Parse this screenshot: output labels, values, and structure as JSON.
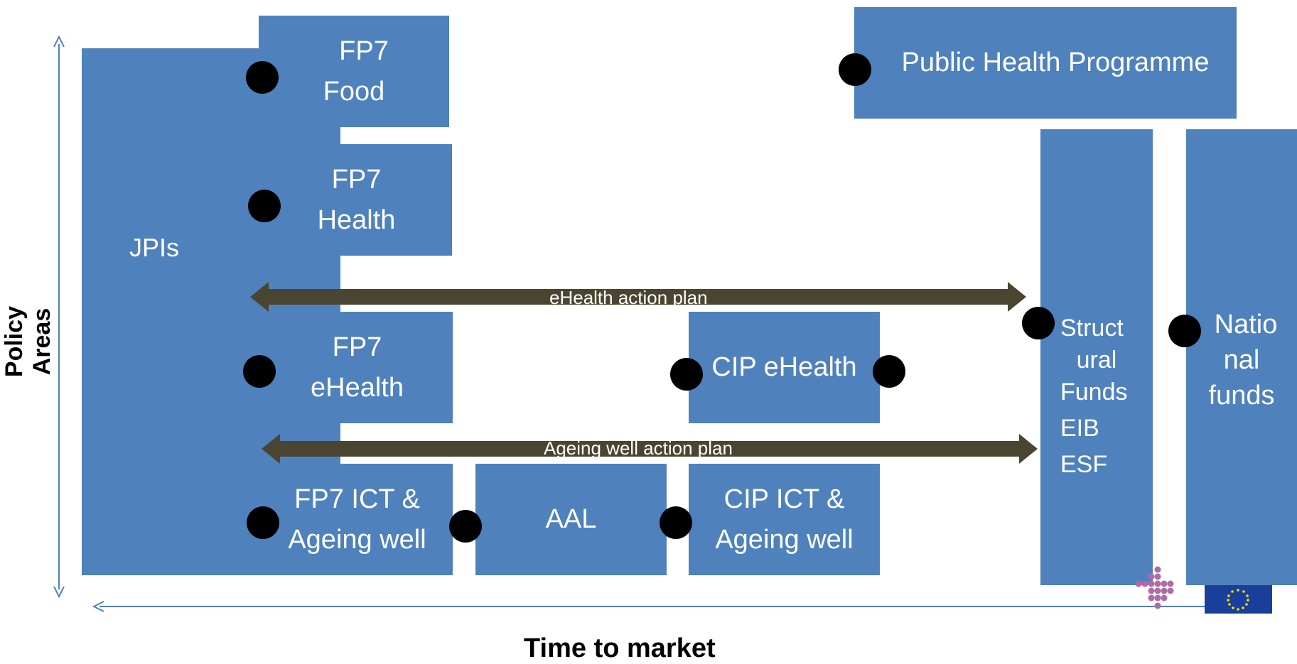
{
  "colors": {
    "box": "#4f81bd",
    "arrow": "#4a4530",
    "axis": "#4f81bd",
    "dot": "#000000"
  },
  "axes": {
    "y_title": "Policy Areas",
    "x_title": "Time to market"
  },
  "boxes": {
    "jpis": "JPIs",
    "fp7_food": [
      "FP7",
      "Food"
    ],
    "fp7_health": [
      "FP7",
      "Health"
    ],
    "fp7_ehealth": [
      "FP7",
      "eHealth"
    ],
    "fp7_ict": [
      "FP7 ICT &",
      "Ageing well"
    ],
    "aal": "AAL",
    "cip_ehealth": "CIP eHealth",
    "cip_ict": [
      "CIP ICT &",
      "Ageing well"
    ],
    "public_health": "Public Health Programme",
    "structural": [
      "Struct",
      "ural",
      "Funds",
      "EIB",
      "ESF"
    ],
    "national": [
      "Natio",
      "nal",
      "funds"
    ]
  },
  "arrows": {
    "ehealth_plan": "eHealth action plan",
    "ageing_plan": "Ageing well action plan"
  },
  "icons": [
    "programme-logo-icon",
    "eu-flag-icon"
  ]
}
